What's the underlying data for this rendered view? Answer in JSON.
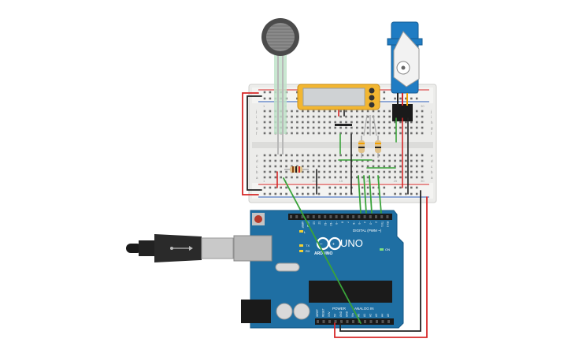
{
  "board": {
    "logo": "ARDUINO",
    "model": "UNO",
    "digital_label": "DIGITAL (PWM ~)",
    "analog_label": "ANALOG IN",
    "power_label": "POWER",
    "aref_label": "AREF",
    "gnd_label": "GND",
    "tx_label": "TX",
    "rx_label": "RX",
    "l_label": "L",
    "on_label": "ON",
    "digital_pins": [
      "13",
      "12",
      "~11",
      "~10",
      "~9",
      "8",
      "7",
      "~6",
      "~5",
      "4",
      "~3",
      "2",
      "TX 1",
      "RX 0"
    ],
    "power_pins": [
      "IOREF",
      "RESET",
      "3.3V",
      "5V",
      "GND",
      "GND",
      "Vin"
    ],
    "analog_pins": [
      "A0",
      "A1",
      "A2",
      "A3",
      "A4",
      "A5"
    ]
  },
  "breadboard": {
    "row_letters_top": [
      "j",
      "i",
      "h",
      "g",
      "f"
    ],
    "row_letters_bottom": [
      "e",
      "d",
      "c",
      "b",
      "a"
    ],
    "column_numbers": [
      "1",
      "5",
      "10",
      "15",
      "20",
      "25",
      "30"
    ]
  },
  "colors": {
    "arduino_blue": "#1f6fa3",
    "wire_green": "#3aa33a",
    "wire_red": "#d62828",
    "wire_black": "#222222",
    "lcd_frame": "#f2b631",
    "servo_blue": "#1f7cc3",
    "breadboard": "#ececea"
  }
}
